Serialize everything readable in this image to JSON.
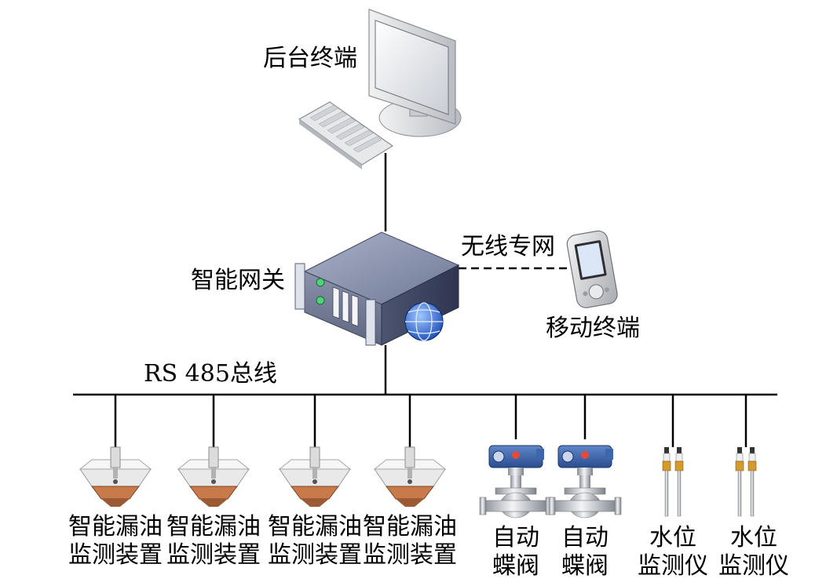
{
  "nodes": {
    "backend": {
      "label": "后台终端"
    },
    "gateway": {
      "label": "智能网关"
    },
    "mobile": {
      "label": "移动终端"
    },
    "wireless": {
      "label": "无线专网"
    },
    "bus": {
      "label": "RS 485总线"
    }
  },
  "devices": [
    {
      "line1": "智能漏油",
      "line2": "监测装置",
      "icon": "oil-leak-monitor-icon"
    },
    {
      "line1": "智能漏油",
      "line2": "监测装置",
      "icon": "oil-leak-monitor-icon"
    },
    {
      "line1": "智能漏油",
      "line2": "监测装置",
      "icon": "oil-leak-monitor-icon"
    },
    {
      "line1": "智能漏油",
      "line2": "监测装置",
      "icon": "oil-leak-monitor-icon"
    },
    {
      "line1": "自动",
      "line2": "蝶阀",
      "icon": "butterfly-valve-icon"
    },
    {
      "line1": "自动",
      "line2": "蝶阀",
      "icon": "butterfly-valve-icon"
    },
    {
      "line1": "水位",
      "line2": "监测仪",
      "icon": "water-level-sensor-icon"
    },
    {
      "line1": "水位",
      "line2": "监测仪",
      "icon": "water-level-sensor-icon"
    }
  ]
}
